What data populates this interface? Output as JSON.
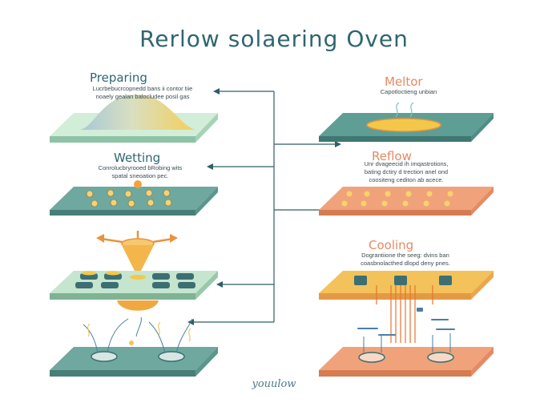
{
  "title": "Rerlow solaering Oven",
  "footer": "youulow",
  "colors": {
    "teal": "#4f8e87",
    "teal_top": "#6fb2a8",
    "coral": "#e58a63",
    "coral_top": "#f0a37a",
    "mint": "#b7dcc0",
    "mint_top": "#d2eed8",
    "yellow": "#f3c84a",
    "orange": "#e9933e",
    "line": "#2f5f66",
    "title": "#2f6670"
  },
  "stages": {
    "preparing": {
      "title": "Preparing",
      "title_color": "#2f6670",
      "desc": [
        "Lucrbebucrcopnedd bans ii contor tiie",
        "noaely gealan balocludee posil gas"
      ]
    },
    "wetting": {
      "title": "Wetting",
      "title_color": "#2f6670",
      "desc": [
        "Conrolucbryrooed bRobing wits",
        "spatal sneoation pec."
      ]
    },
    "meltor": {
      "title": "Meltor",
      "title_color": "#e58a63",
      "desc": [
        "Capotloctieng unbian"
      ]
    },
    "reflow": {
      "title": "Reflow",
      "title_color": "#e58a63",
      "desc": [
        "Unr dvageecid ih imqastrotions,",
        "bating dctiry d trection anel ond",
        "coositeng cediton ab acece."
      ]
    },
    "cooling": {
      "title": "Cooling",
      "title_color": "#e58a63",
      "desc": [
        "Dograntiione the seeg: dvins ban",
        "coasbnolacthed dlopd deny pnes."
      ]
    }
  }
}
